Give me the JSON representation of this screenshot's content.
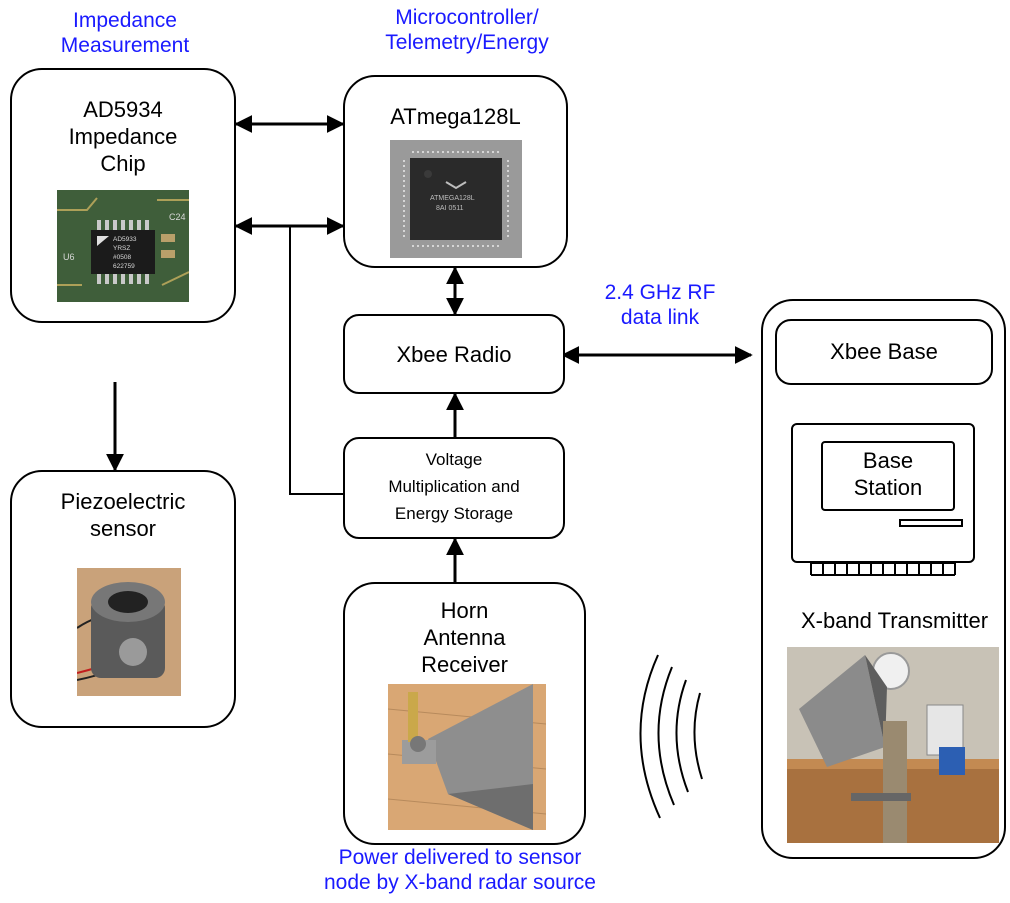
{
  "captions": {
    "impedance": [
      "Impedance",
      "Measurement"
    ],
    "micro": [
      "Microcontroller/",
      "Telemetry/Energy"
    ],
    "rf_link": [
      "2.4 GHz RF",
      "data link"
    ],
    "power": [
      "Power delivered to sensor",
      "node by X-band radar source"
    ]
  },
  "boxes": {
    "ad5934": [
      "AD5934",
      "Impedance",
      "Chip"
    ],
    "atmega": "ATmega128L",
    "xbee_radio": "Xbee Radio",
    "voltage": [
      "Voltage",
      "Multiplication and",
      "Energy Storage"
    ],
    "piezo": [
      "Piezoelectric",
      "sensor"
    ],
    "horn": [
      "Horn",
      "Antenna",
      "Receiver"
    ],
    "xbee_base": "Xbee Base",
    "base_station": [
      "Base",
      "Station"
    ],
    "xband": "X-band Transmitter"
  },
  "chip_marks": {
    "ad": [
      "AD5933",
      "YRSZ",
      "#0508",
      "622759"
    ],
    "ad_pcb": [
      "C24",
      "U6"
    ],
    "atmel": [
      "ATMEGA128L",
      "8AI 0511"
    ]
  },
  "colors": {
    "caption": "#1a1aff",
    "stroke": "#000000"
  }
}
